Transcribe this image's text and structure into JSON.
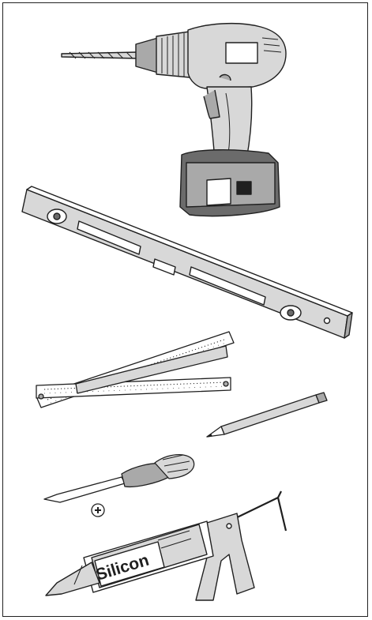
{
  "palette": {
    "outline": "#1f1f1f",
    "light_gray": "#d8d8d8",
    "mid_gray": "#a9a9a9",
    "dark_gray": "#6b6b6b",
    "white": "#ffffff"
  },
  "tools": [
    {
      "name": "cordless-drill",
      "icon": "drill-icon"
    },
    {
      "name": "spirit-level",
      "icon": "level-icon"
    },
    {
      "name": "folding-ruler",
      "icon": "ruler-icon"
    },
    {
      "name": "pencil",
      "icon": "pencil-icon"
    },
    {
      "name": "phillips-screwdriver",
      "icon": "screwdriver-icon"
    },
    {
      "name": "caulking-gun",
      "icon": "caulk-gun-icon"
    }
  ],
  "caulk_tube_label": "Silicon"
}
